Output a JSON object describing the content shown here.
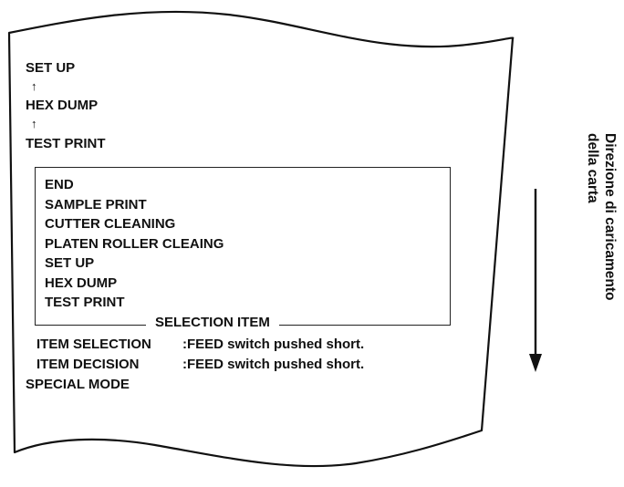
{
  "menu_sequence": [
    {
      "label": "SET UP"
    },
    {
      "label": "HEX DUMP"
    },
    {
      "label": "TEST PRINT"
    }
  ],
  "arrow_glyph": "↑",
  "selection_box": {
    "items": [
      "END",
      "SAMPLE PRINT",
      "CUTTER CLEANING",
      "PLATEN ROLLER CLEAING",
      "SET UP",
      "HEX DUMP",
      "TEST PRINT"
    ],
    "caption": "SELECTION ITEM"
  },
  "instructions": {
    "item_selection_label": "ITEM SELECTION",
    "item_selection_desc": ":FEED switch pushed short.",
    "item_decision_label": "ITEM DECISION",
    "item_decision_desc": ":FEED switch pushed short.",
    "mode_label": "SPECIAL MODE"
  },
  "direction_label": {
    "line1": "Direzione di caricamento",
    "line2": "della carta"
  },
  "colors": {
    "ink": "#111111",
    "paper": "#ffffff"
  }
}
